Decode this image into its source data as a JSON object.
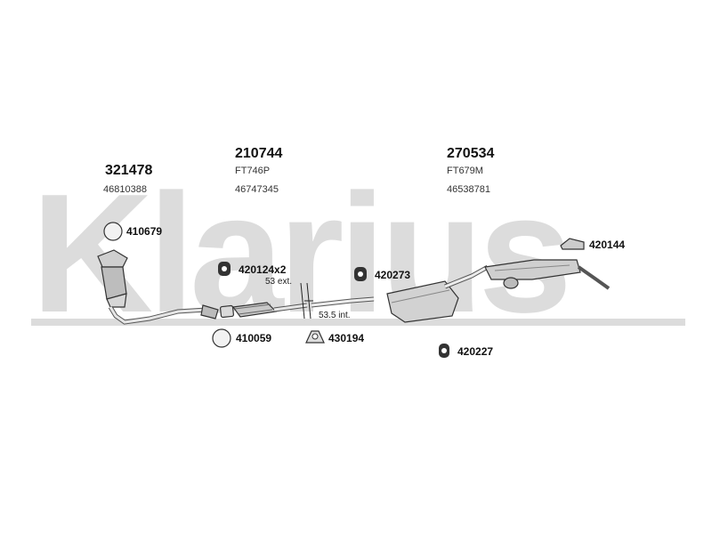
{
  "brand": {
    "watermark": "Klarius"
  },
  "groups": [
    {
      "id": "g1",
      "part_number": "321478",
      "ref": "46810388"
    },
    {
      "id": "g2",
      "part_number": "210744",
      "oem": "FT746P",
      "ref": "46747345"
    },
    {
      "id": "g3",
      "part_number": "270534",
      "oem": "FT679M",
      "ref": "46538781"
    }
  ],
  "fittings": [
    {
      "label": "410679",
      "icon": "gasket-ring-icon"
    },
    {
      "label": "420124x2",
      "icon": "rubber-mount-icon"
    },
    {
      "label": "410059",
      "icon": "gasket-ring-icon"
    },
    {
      "label": "420273",
      "icon": "rubber-mount-icon"
    },
    {
      "label": "430194",
      "icon": "pipe-clamp-icon"
    },
    {
      "label": "420227",
      "icon": "rubber-mount-icon"
    },
    {
      "label": "420144",
      "icon": "bracket-icon"
    }
  ],
  "notes": {
    "ext": "53 ext.",
    "int": "53.5 int."
  }
}
